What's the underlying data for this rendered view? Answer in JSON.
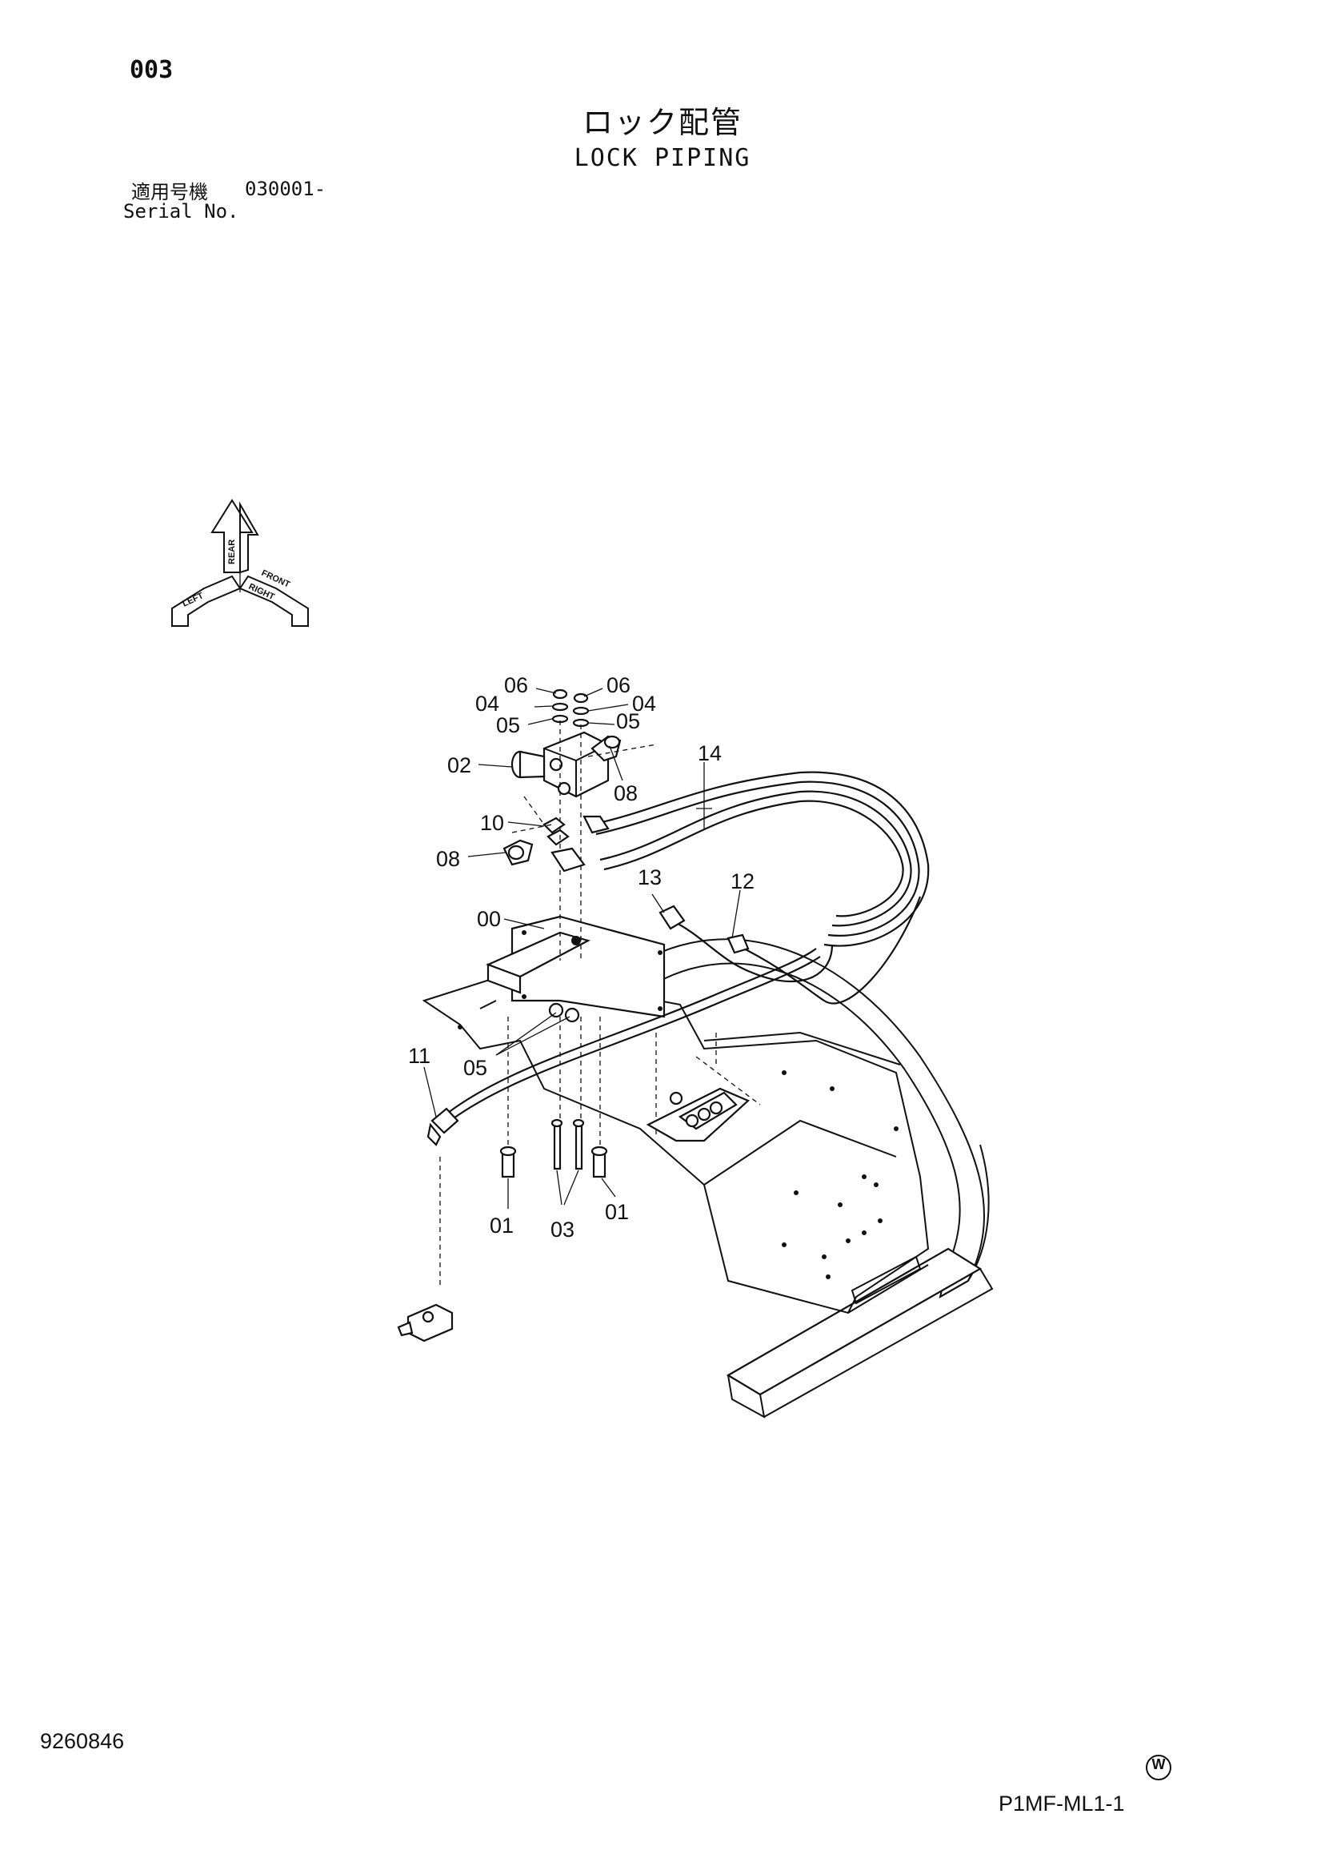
{
  "header": {
    "page_number": "003",
    "title_jp": "ロック配管",
    "title_en": "LOCK PIPING",
    "serial_label_jp": "適用号機",
    "serial_value": "030001-",
    "serial_label_en": "Serial No."
  },
  "orientation_symbol": {
    "labels": [
      "REAR",
      "LEFT",
      "RIGHT",
      "FRONT"
    ]
  },
  "callouts": [
    "06",
    "06",
    "04",
    "04",
    "05",
    "05",
    "02",
    "08",
    "14",
    "10",
    "08",
    "13",
    "12",
    "00",
    "11",
    "05",
    "01",
    "03",
    "01"
  ],
  "footer": {
    "document_number": "9260846",
    "mark": "W",
    "page_code": "P1MF-ML1-1"
  }
}
